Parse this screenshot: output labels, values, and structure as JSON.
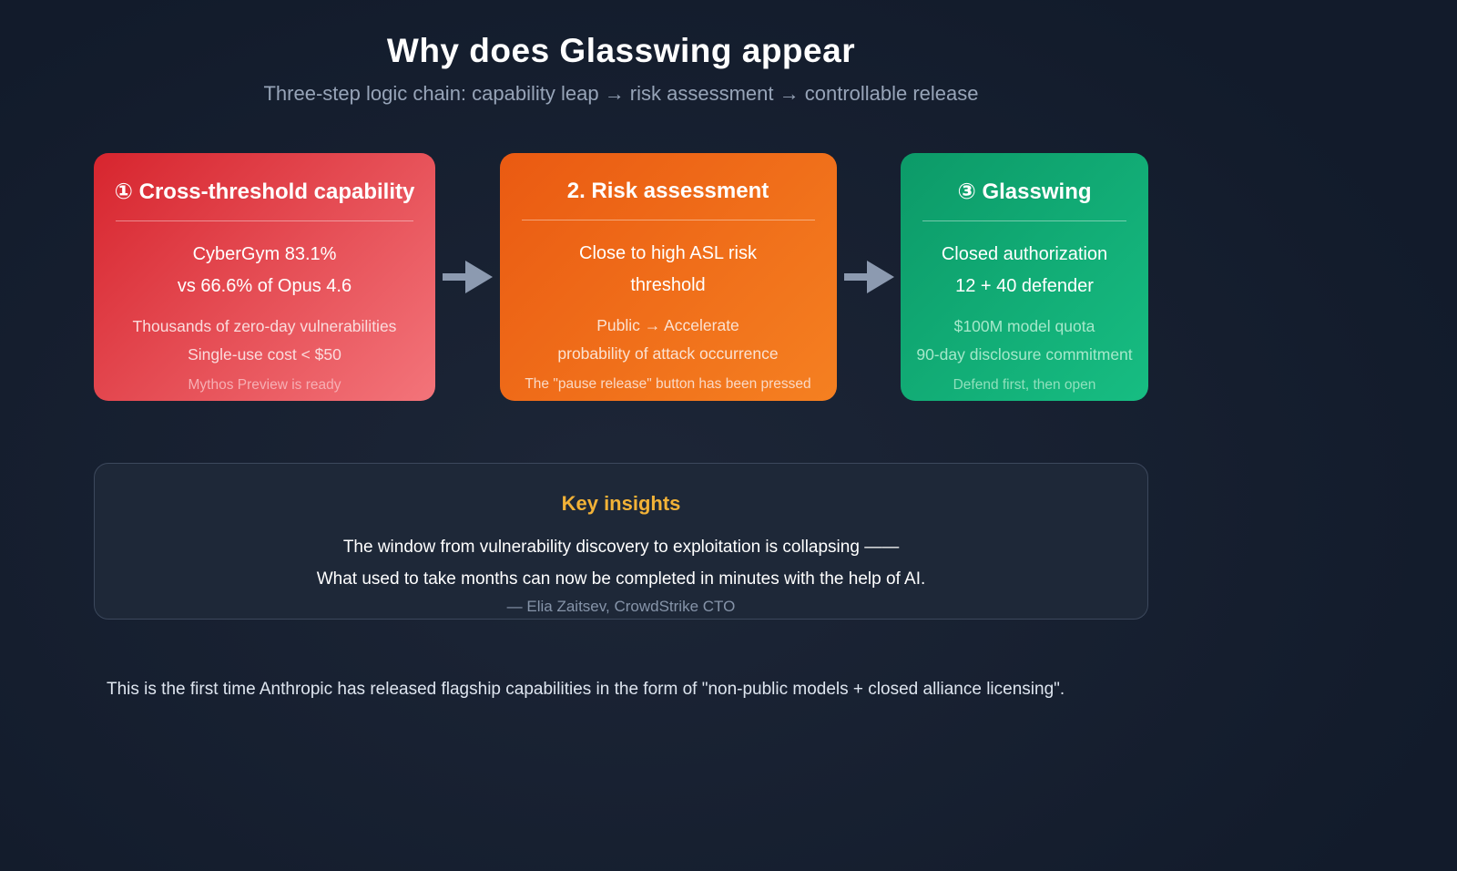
{
  "header": {
    "title": "Why does Glasswing appear",
    "subtitle": "Three-step logic chain: capability leap → risk assessment → controllable release"
  },
  "cards": [
    {
      "title": "① Cross-threshold capability",
      "primary": [
        "CyberGym 83.1%",
        "vs 66.6% of Opus 4.6"
      ],
      "secondary": [
        "Thousands of zero-day vulnerabilities",
        "Single-use cost < $50"
      ],
      "tertiary": "Mythos Preview is ready",
      "color_from": "#D7252E",
      "color_to": "#F3747A"
    },
    {
      "title": "2. Risk assessment",
      "primary": [
        "Close to high ASL risk",
        "threshold"
      ],
      "secondary": [
        "Public → Accelerate",
        "probability of attack occurrence"
      ],
      "tertiary": "The \"pause release\" button has been pressed",
      "color_from": "#EA5A12",
      "color_to": "#F58021"
    },
    {
      "title": "③ Glasswing",
      "primary": [
        "Closed authorization",
        "12 + 40 defender"
      ],
      "secondary": [
        "$100M model quota",
        "90-day disclosure commitment"
      ],
      "tertiary": "Defend first, then open",
      "color_from": "#0C9A68",
      "color_to": "#17BD82"
    }
  ],
  "insights": {
    "title": "Key insights",
    "lines": [
      "The window from vulnerability discovery to exploitation is collapsing ——",
      "What used to take months can now be completed in minutes with the help of AI."
    ],
    "attribution": "— Elia Zaitsev, CrowdStrike CTO",
    "accent_color": "#F2B237"
  },
  "footnote": "This is the first time Anthropic has released flagship capabilities in the form of \"non-public models + closed alliance licensing\".",
  "colors": {
    "background": "#131C2C",
    "arrow": "#8C9AB0",
    "panel_border": "#3C485C",
    "panel_background": "#1E2838",
    "subtitle_text": "#97A4B8"
  }
}
